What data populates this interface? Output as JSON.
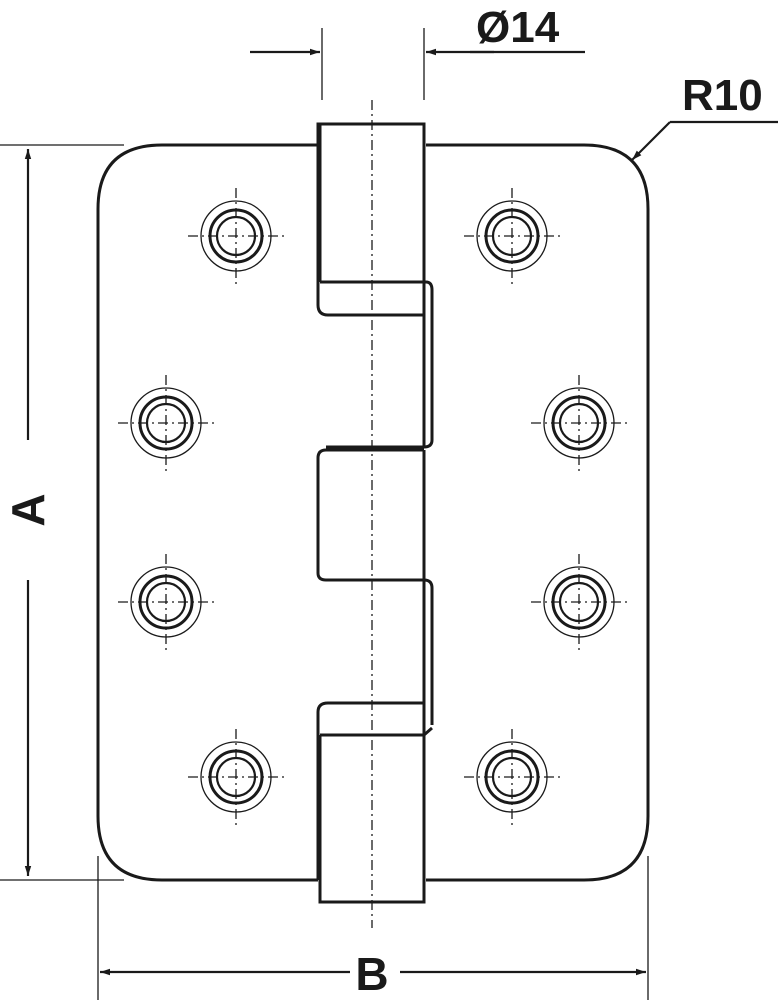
{
  "dimensions": {
    "pin_diameter": "Ø14",
    "corner_radius": "R10",
    "height": "A",
    "width": "B"
  },
  "colors": {
    "line": "#1a1a1a",
    "background": "#ffffff"
  },
  "drawing": {
    "subject": "hinge-front-view",
    "screw_holes_per_leaf": 4,
    "knuckles": 5
  }
}
